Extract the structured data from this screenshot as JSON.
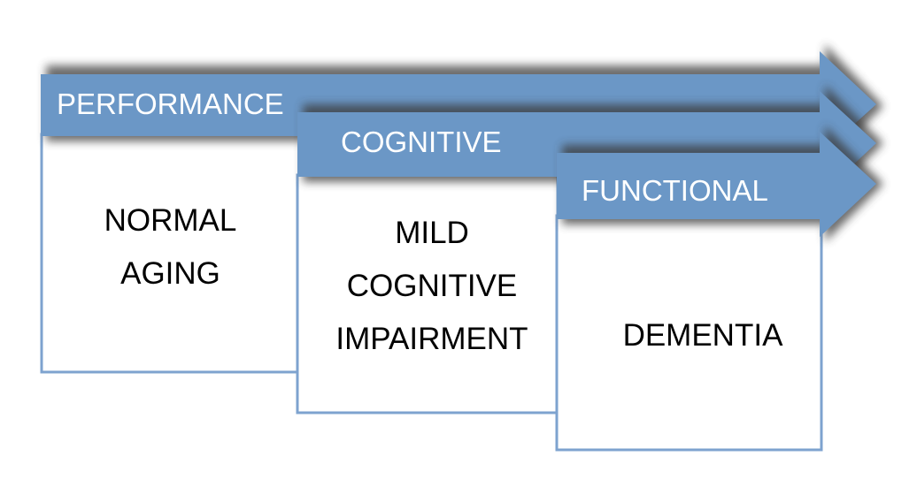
{
  "colors": {
    "band": "#6b97c6",
    "band_shadow": "#3a3a3a",
    "box_border": "#7ea3cf",
    "box_fill": "#ffffff",
    "band_text": "#ffffff",
    "stage_text": "#000000"
  },
  "bands": [
    {
      "label": "PERFORMANCE"
    },
    {
      "label": "COGNITIVE"
    },
    {
      "label": "FUNCTIONAL"
    }
  ],
  "stages": [
    {
      "lines": [
        "NORMAL",
        "AGING"
      ]
    },
    {
      "lines": [
        "MILD",
        "COGNITIVE",
        "IMPAIRMENT"
      ]
    },
    {
      "lines": [
        "DEMENTIA"
      ]
    }
  ]
}
